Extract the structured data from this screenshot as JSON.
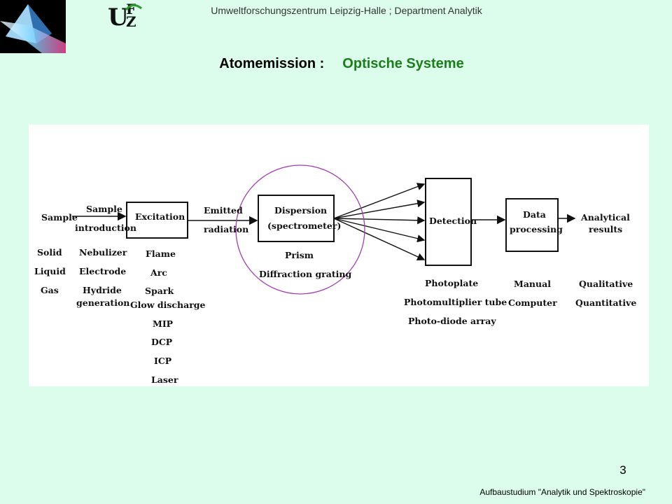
{
  "header": {
    "institution": "Umweltforschungszentrum Leipzig-Halle ; Department Analytik"
  },
  "logos": {
    "ufz_logo_text": "UFZ"
  },
  "title": {
    "main": "Atomemission :",
    "sub": "Optische Systeme"
  },
  "diagram": {
    "nodes": {
      "sample": "Sample",
      "sample_intro_l1": "Sample",
      "sample_intro_l2": "introduction",
      "excitation": "Excitation",
      "emitted_l1": "Emitted",
      "emitted_l2": "radiation",
      "dispersion_l1": "Dispersion",
      "dispersion_l2": "(spectrometer)",
      "detection": "Detection",
      "data_l1": "Data",
      "data_l2": "processing",
      "results_l1": "Analytical",
      "results_l2": "results"
    },
    "lists": {
      "sample_states": [
        "Solid",
        "Liquid",
        "Gas"
      ],
      "introduction": [
        "Nebulizer",
        "Electrode",
        "Hydride",
        "generation"
      ],
      "excitation": [
        "Flame",
        "Arc",
        "Spark",
        "Glow discharge",
        "MIP",
        "DCP",
        "ICP",
        "Laser"
      ],
      "dispersion": [
        "Prism",
        "Diffraction grating"
      ],
      "detection": [
        "Photoplate",
        "Photomultiplier tube",
        "Photo-diode array"
      ],
      "processing": [
        "Manual",
        "Computer"
      ],
      "results": [
        "Qualitative",
        "Quantitative"
      ]
    },
    "highlight_color": "#a13fb0"
  },
  "footer": {
    "page_number": "3",
    "course": "Aufbaustudium \"Analytik und Spektroskopie\""
  }
}
